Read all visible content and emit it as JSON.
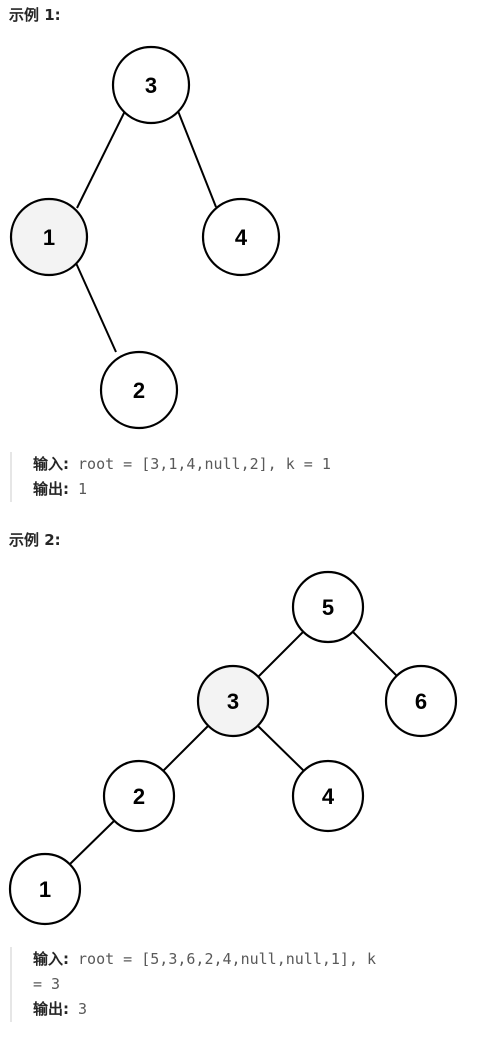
{
  "examples": [
    {
      "title": "示例 1:",
      "tree": {
        "nodes": [
          {
            "id": "3",
            "label": "3",
            "highlighted": false
          },
          {
            "id": "1",
            "label": "1",
            "highlighted": true
          },
          {
            "id": "4",
            "label": "4",
            "highlighted": false
          },
          {
            "id": "2",
            "label": "2",
            "highlighted": false
          }
        ],
        "edges": [
          [
            "3",
            "1"
          ],
          [
            "3",
            "4"
          ],
          [
            "1",
            "2"
          ]
        ]
      },
      "input_label": "输入:",
      "input_value": "root = [3,1,4,null,2], k = 1",
      "input_value_cont": "",
      "output_label": "输出:",
      "output_value": "1"
    },
    {
      "title": "示例 2:",
      "tree": {
        "nodes": [
          {
            "id": "5",
            "label": "5",
            "highlighted": false
          },
          {
            "id": "3",
            "label": "3",
            "highlighted": true
          },
          {
            "id": "6",
            "label": "6",
            "highlighted": false
          },
          {
            "id": "2",
            "label": "2",
            "highlighted": false
          },
          {
            "id": "4",
            "label": "4",
            "highlighted": false
          },
          {
            "id": "1",
            "label": "1",
            "highlighted": false
          }
        ],
        "edges": [
          [
            "5",
            "3"
          ],
          [
            "5",
            "6"
          ],
          [
            "3",
            "2"
          ],
          [
            "3",
            "4"
          ],
          [
            "2",
            "1"
          ]
        ]
      },
      "input_label": "输入:",
      "input_value": "root = [5,3,6,2,4,null,null,1], k",
      "input_value_cont": "= 3",
      "output_label": "输出:",
      "output_value": "3"
    }
  ],
  "colors": {
    "node_fill": "#ffffff",
    "node_highlight_fill": "#f3f3f3",
    "stroke": "#000000"
  }
}
